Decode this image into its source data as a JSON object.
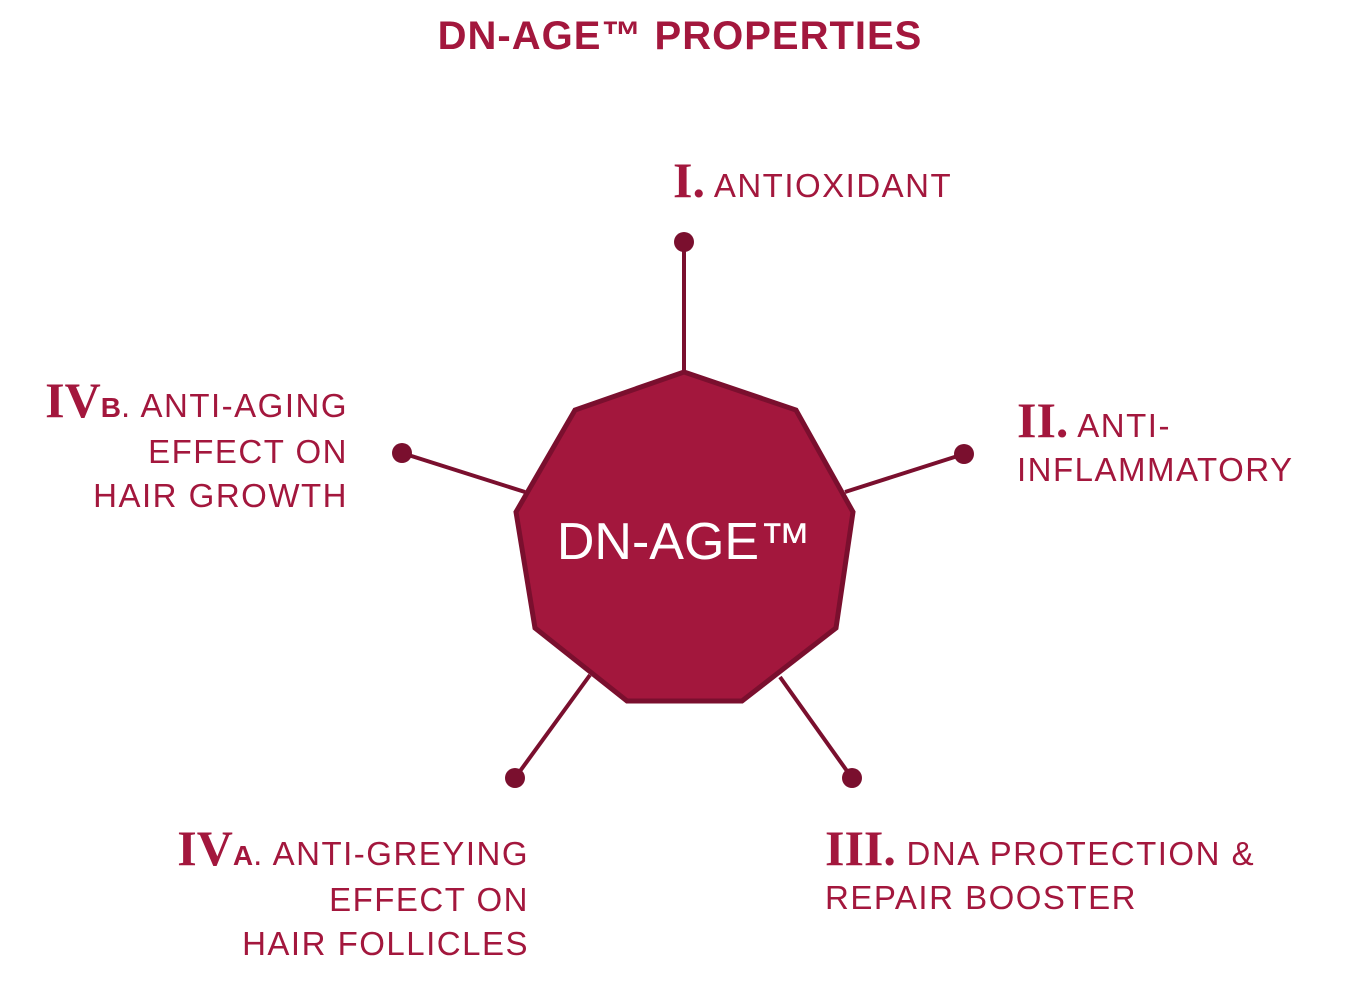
{
  "title": "DN-AGE™ PROPERTIES",
  "hub": {
    "label": "DN-AGE™"
  },
  "colors": {
    "primary": "#a3173d",
    "outline": "#7a0f2e",
    "connector": "#7a0f2e",
    "hub_text": "#ffffff"
  },
  "properties": [
    {
      "numeral": "I",
      "suffix": "",
      "lines": [
        "ANTIOXIDANT"
      ]
    },
    {
      "numeral": "II",
      "suffix": "",
      "lines": [
        "ANTI-",
        "INFLAMMATORY"
      ]
    },
    {
      "numeral": "III",
      "suffix": "",
      "lines": [
        "DNA PROTECTION &",
        "REPAIR BOOSTER"
      ]
    },
    {
      "numeral": "IV",
      "suffix": "A",
      "lines": [
        "ANTI-GREYING",
        "EFFECT ON",
        "HAIR FOLLICLES"
      ]
    },
    {
      "numeral": "IV",
      "suffix": "B",
      "lines": [
        "ANTI-AGING",
        "EFFECT ON",
        "HAIR GROWTH"
      ]
    }
  ]
}
